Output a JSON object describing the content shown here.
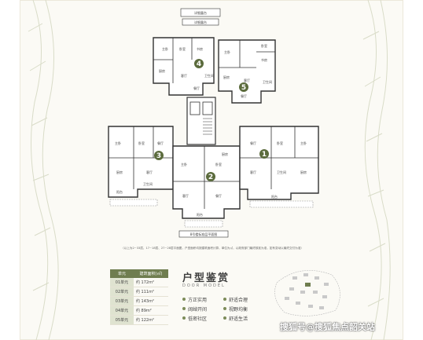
{
  "plan": {
    "top_labels": [
      "详细露台",
      "详细露台"
    ],
    "unit_numbers": [
      "1",
      "2",
      "3",
      "4",
      "5"
    ],
    "room_labels": {
      "u4": [
        "主卧",
        "卧室",
        "客厅",
        "书房",
        "厨房",
        "餐厅",
        "卫生间"
      ],
      "u5": [
        "主卧",
        "卧室",
        "客厅",
        "书房",
        "厨房",
        "餐厅",
        "卫生间"
      ],
      "u3": [
        "主卧",
        "卧室",
        "客厅",
        "餐厅",
        "厨房",
        "阳台",
        "卫生间"
      ],
      "u2": [
        "主卧",
        "卧室",
        "客厅",
        "餐厅",
        "厨房",
        "阳台"
      ],
      "u1": [
        "主卧",
        "卧室",
        "客厅",
        "餐厅",
        "厨房",
        "阳台",
        "卫生间"
      ]
    },
    "bottom_label": "8号楼标准层平面图"
  },
  "note": "（以上为2~33层，17~18层、27~28层平面图，户型面积均按建筑面积计算，单位为㎡，以政府部门最终核准为准，如有变动以最终交付为准）",
  "table": {
    "headers": [
      "单元",
      "建筑面积(㎡)"
    ],
    "rows": [
      {
        "unit": "01单元",
        "area": "约 172m²"
      },
      {
        "unit": "02单元",
        "area": "约 111m²"
      },
      {
        "unit": "03单元",
        "area": "约 143m²"
      },
      {
        "unit": "04单元",
        "area": "约 89m²"
      },
      {
        "unit": "05单元",
        "area": "约 122m²"
      }
    ]
  },
  "title_zh": "户型鉴赏",
  "title_en": "DOOR MODEL",
  "features": [
    [
      "方正实用",
      "舒适合理"
    ],
    [
      "阔绰开间",
      "视野均衡"
    ],
    [
      "低密社区",
      "舒适生活"
    ]
  ],
  "watermark": "搜狐号@搜狐焦点韶关站",
  "colors": {
    "accent": "#6f7d4f",
    "badge": "#5b6b3c",
    "frame": "#fbfaf5"
  }
}
